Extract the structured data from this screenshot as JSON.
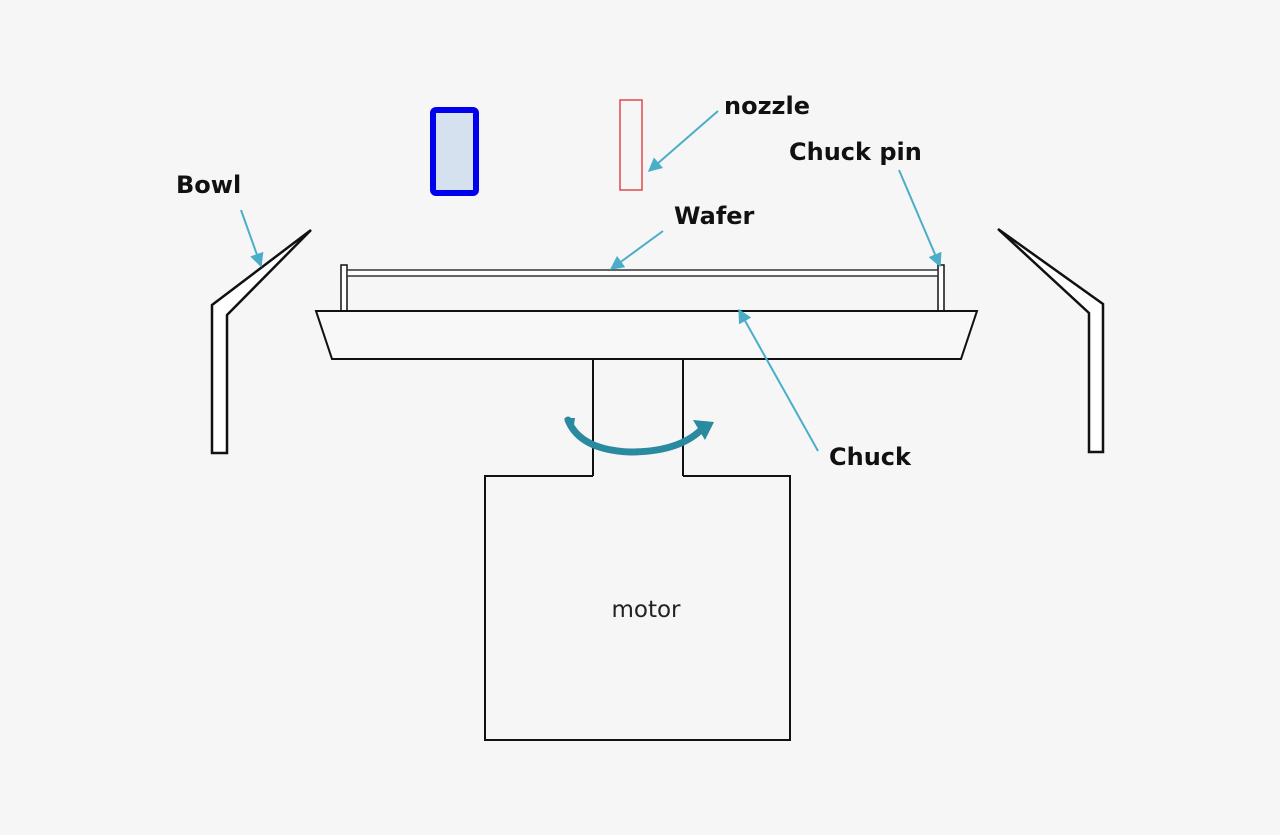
{
  "diagram": {
    "title": "Spin chuck wafer processing schematic",
    "labels": {
      "nozzle": "nozzle",
      "chuck_pin": "Chuck pin",
      "bowl": "Bowl",
      "wafer": "Wafer",
      "chuck": "Chuck",
      "motor": "motor"
    },
    "components": [
      {
        "id": "bowl-left",
        "kind": "bowl wall"
      },
      {
        "id": "bowl-right",
        "kind": "bowl wall"
      },
      {
        "id": "blue-dispenser",
        "kind": "rectangle"
      },
      {
        "id": "nozzle",
        "kind": "rectangle"
      },
      {
        "id": "wafer",
        "kind": "plate"
      },
      {
        "id": "chuck-pin-left",
        "kind": "pin"
      },
      {
        "id": "chuck-pin-right",
        "kind": "pin"
      },
      {
        "id": "chuck",
        "kind": "trapezoid"
      },
      {
        "id": "shaft",
        "kind": "shaft"
      },
      {
        "id": "motor",
        "kind": "box"
      },
      {
        "id": "rotation-arrow",
        "kind": "curved arrow"
      }
    ],
    "colors": {
      "background": "#f6f6f6",
      "outline": "#111111",
      "leader": "#4aaec8",
      "rotation": "#2a8aa0",
      "dispenser_stroke": "#0000ee",
      "dispenser_fill": "#d5e1ef",
      "nozzle_stroke": "#e04848"
    }
  }
}
